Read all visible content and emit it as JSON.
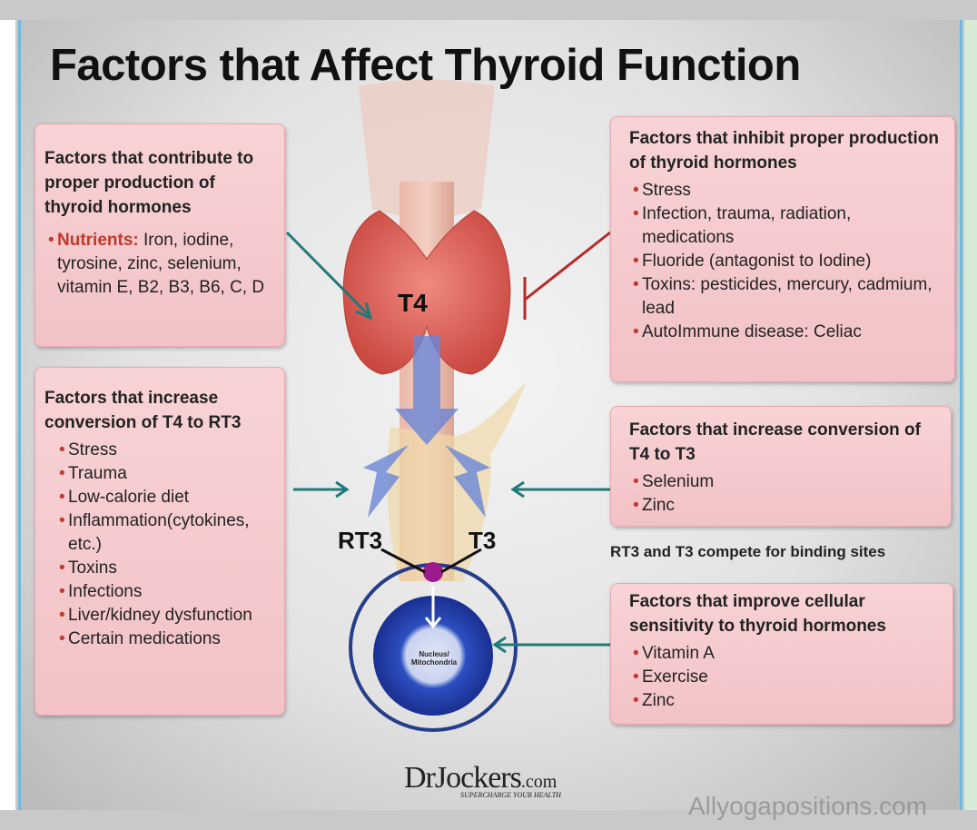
{
  "title": "Factors that Affect Thyroid Function",
  "boxes": {
    "contribute": {
      "heading": "Factors that contribute to proper production of thyroid hormones",
      "nutrients_label": "Nutrients:",
      "nutrients_text": "Iron, iodine, tyrosine, zinc, selenium, vitamin E, B2, B3, B6, C, D"
    },
    "inhibit": {
      "heading": "Factors that inhibit proper production of thyroid hormones",
      "items": [
        "Stress",
        "Infection, trauma, radiation, medications",
        "Fluoride (antagonist to Iodine)",
        "Toxins: pesticides, mercury, cadmium, lead",
        "AutoImmune disease: Celiac"
      ]
    },
    "rt3": {
      "heading": "Factors that increase conversion of T4 to RT3",
      "items": [
        "Stress",
        "Trauma",
        "Low-calorie diet",
        "Inflammation(cytokines, etc.)",
        "Toxins",
        "Infections",
        "Liver/kidney dysfunction",
        "Certain medications"
      ]
    },
    "t3": {
      "heading": "Factors that increase conversion of T4 to T3",
      "items": [
        "Selenium",
        "Zinc"
      ]
    },
    "sensitivity": {
      "heading": "Factors that improve cellular sensitivity to thyroid hormones",
      "items": [
        "Vitamin A",
        "Exercise",
        "Zinc"
      ]
    }
  },
  "compete_note": "RT3 and T3 compete for binding sites",
  "labels": {
    "t4": "T4",
    "rt3": "RT3",
    "t3": "T3",
    "nucleus": "Nucleus/ Mitochondria"
  },
  "logo": {
    "main": "DrJockers",
    "com": ".com",
    "tagline": "SUPERCHARGE YOUR HEALTH"
  },
  "watermark": "Allyogapositions.com"
}
